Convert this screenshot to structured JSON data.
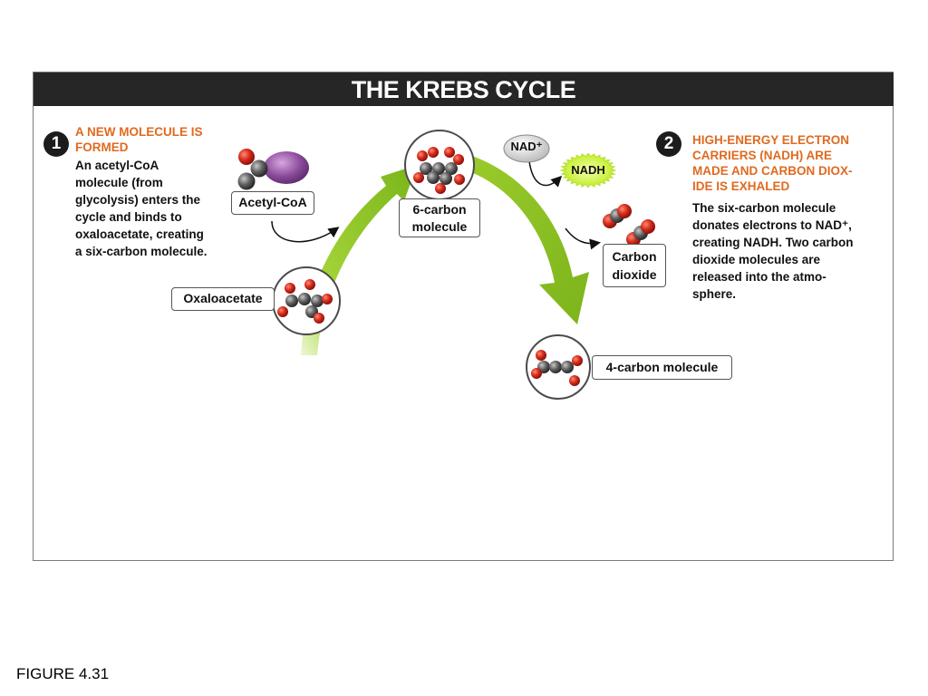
{
  "title": "THE KREBS CYCLE",
  "step1": {
    "number": "1",
    "heading_line1": "A NEW MOLECULE IS",
    "heading_line2": "FORMED",
    "desc_lines": [
      "An acetyl-CoA",
      "molecule (from",
      "glycolysis) enters the",
      "cycle and binds to",
      "oxaloacetate, creating",
      "a six-carbon molecule."
    ]
  },
  "step2": {
    "number": "2",
    "heading_lines": [
      "HIGH-ENERGY ELECTRON",
      "CARRIERS (NADH) ARE",
      "MADE AND CARBON DIOX-",
      "IDE IS EXHALED"
    ],
    "desc_lines": [
      "The six-carbon molecule",
      "donates electrons to NAD⁺,",
      "creating NADH.  Two carbon",
      "dioxide molecules are",
      "released into the atmo-",
      "sphere."
    ]
  },
  "labels": {
    "acetyl_coa": "Acetyl-CoA",
    "six_carbon_line1": "6-carbon",
    "six_carbon_line2": "molecule",
    "oxaloacetate": "Oxaloacetate",
    "carbon_dioxide_line1": "Carbon",
    "carbon_dioxide_line2": "dioxide",
    "four_carbon": "4-carbon molecule",
    "nad_plus": "NAD⁺",
    "nadh": "NADH"
  },
  "footer": "FIGURE 4.31",
  "colors": {
    "accent_orange": "#e06a20",
    "arrow_green": "#8cc21f",
    "oxygen_red": "#d42a1a",
    "carbon_gray": "#606060",
    "coa_purple": "#8a4a9a"
  }
}
